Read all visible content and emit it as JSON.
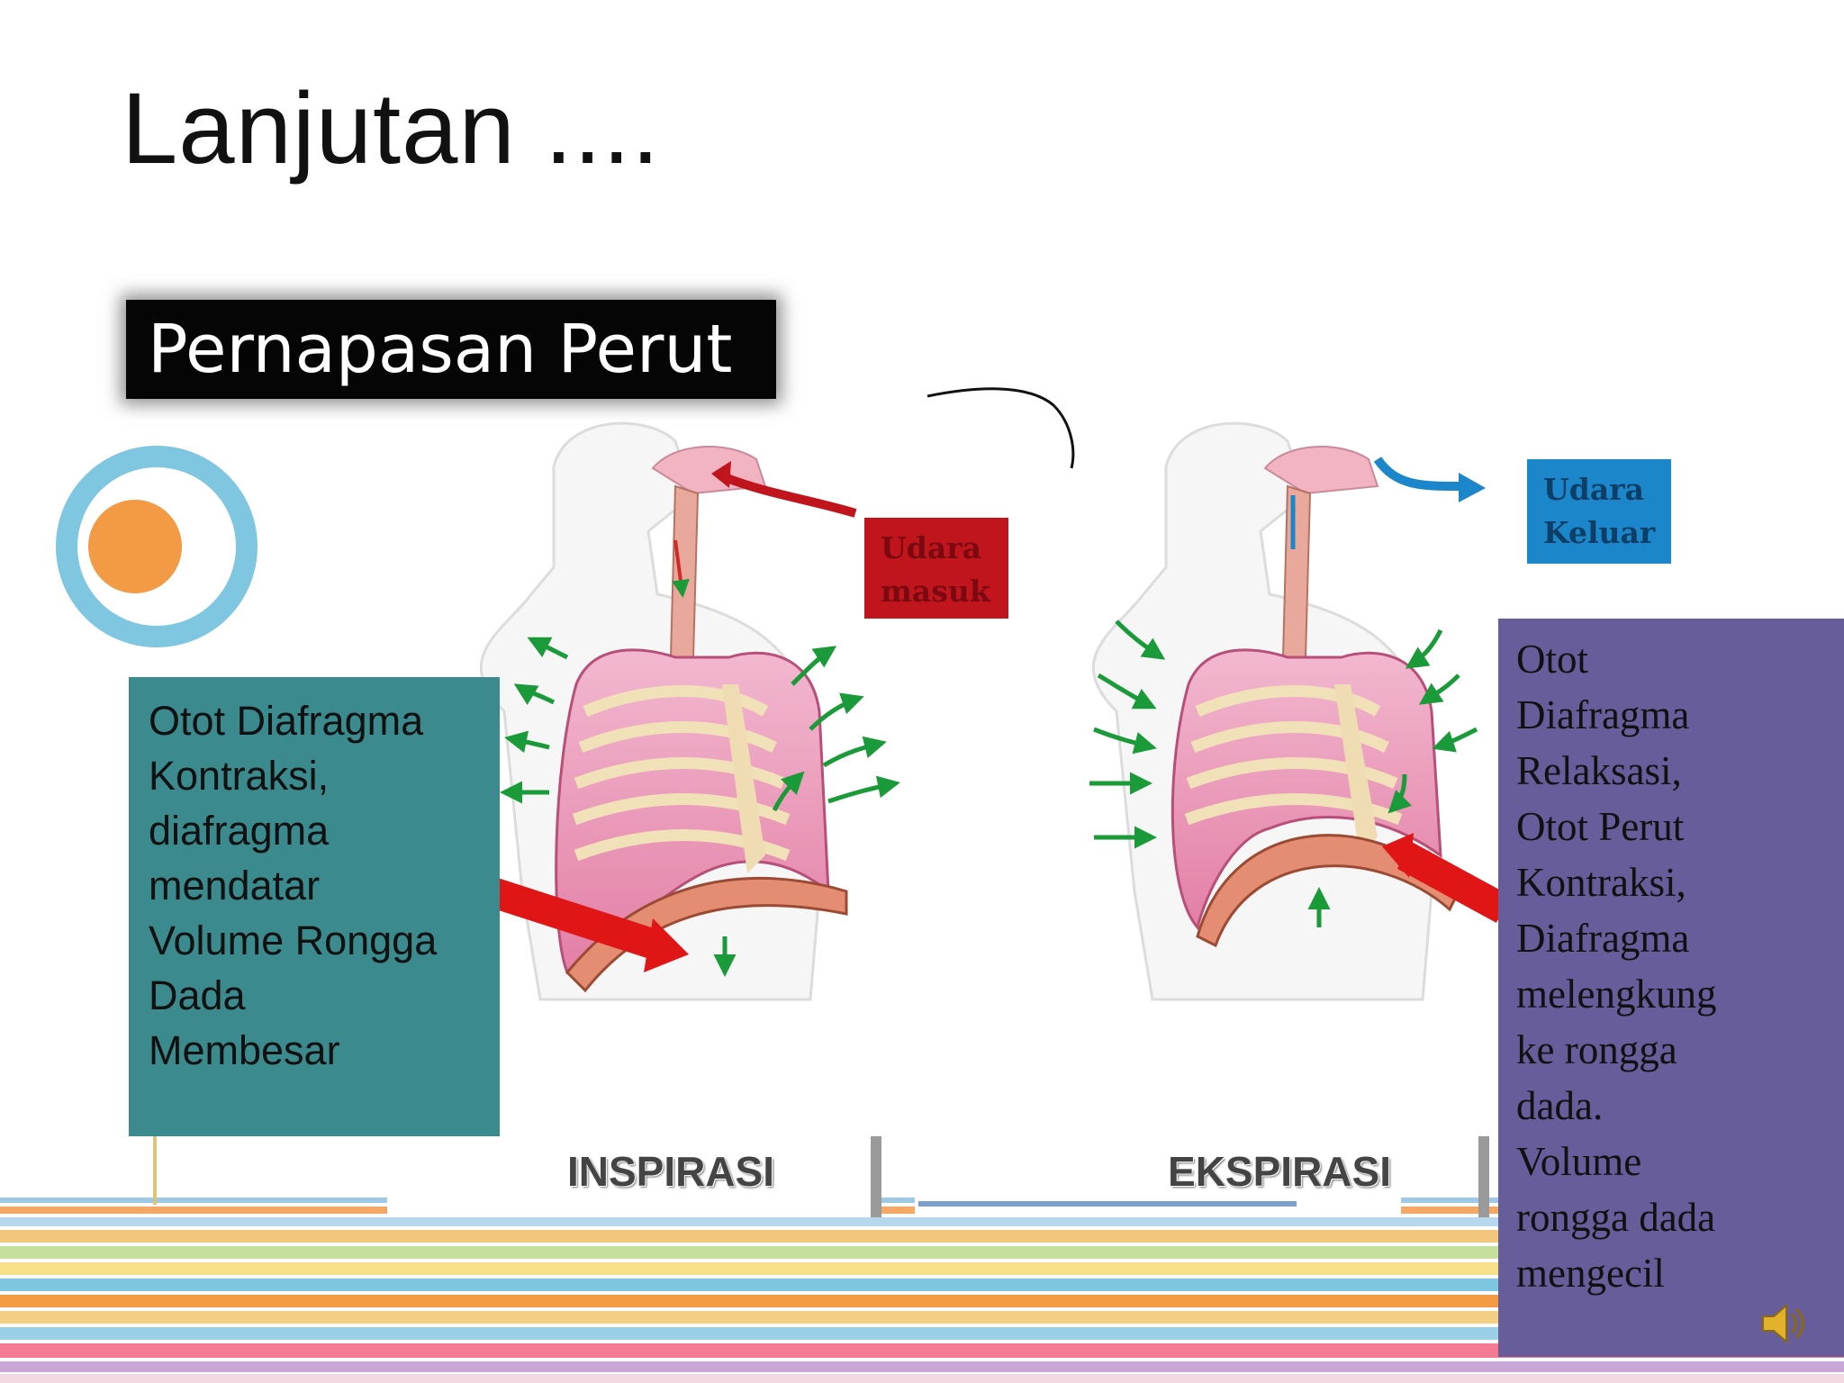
{
  "slide": {
    "title": "Lanjutan ....",
    "subtitle": "Pernapasan Perut",
    "left_panel": {
      "text": "Otot Diafragma\nKontraksi,\ndiafragma\nmendatar\nVolume Rongga\nDada\nMembesar"
    },
    "right_panel": {
      "text": "Otot\nDiafragma\nRelaksasi,\nOtot Perut\nKontraksi,\nDiafragma\nmelengkung\nke rongga\ndada.\nVolume\nrongga dada\nmengecil"
    },
    "diagram": {
      "inspiration_caption": "Udara\nmasuk",
      "expiration_caption": "Udara\nKeluar",
      "inspiration_label": "INSPIRASI",
      "expiration_label": "EKSPIRASI"
    },
    "colors": {
      "teal_panel": "#3b8a8e",
      "purple_panel": "#675d9a",
      "air_in_box": "#c0151d",
      "air_out_box": "#1b86c9",
      "circle_outer": "#7fc6e0",
      "circle_inner": "#f39a44"
    },
    "icons": [
      "speaker-icon",
      "decorative-circle-icon",
      "green-arrow-icon",
      "red-arrow-icon"
    ]
  }
}
